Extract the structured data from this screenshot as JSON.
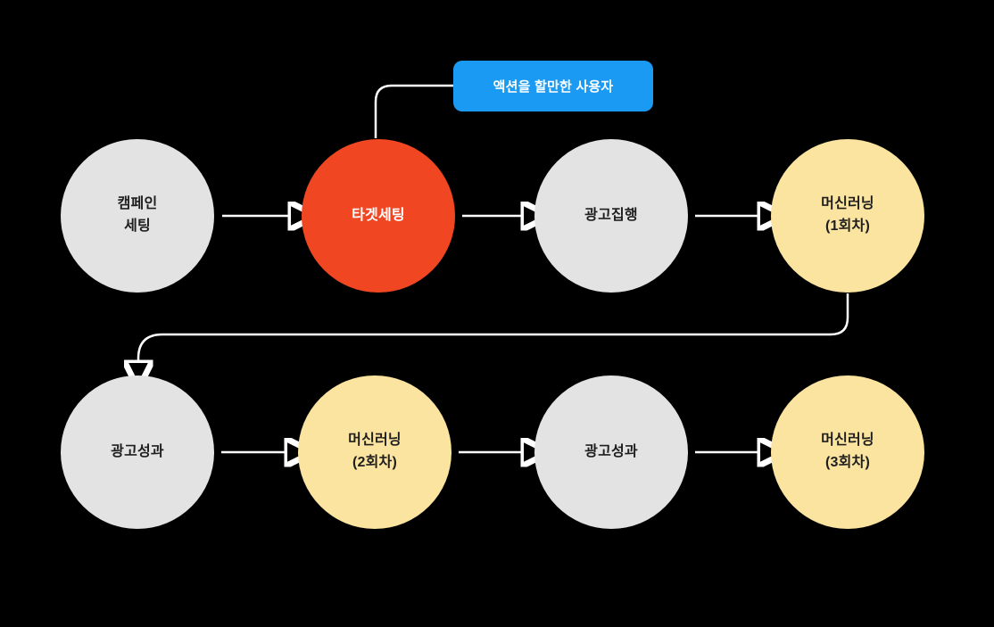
{
  "diagram": {
    "background": "#000000",
    "arrow_color": "#FFFFFF",
    "callout": {
      "id": "action-likely-users",
      "label": "액션을 할만한 사용자",
      "fill": "#1B9AF4",
      "text_color": "#FFFFFF"
    },
    "nodes": [
      {
        "id": "campaign-setting",
        "label": "캠페인\n세팅",
        "fill": "#E3E3E4",
        "text_color": "#1E1E1E"
      },
      {
        "id": "target-setting",
        "label": "타겟세팅",
        "fill": "#F04722",
        "text_color": "#FFFFFF"
      },
      {
        "id": "ad-execution",
        "label": "광고집행",
        "fill": "#E3E3E4",
        "text_color": "#1E1E1E"
      },
      {
        "id": "machine-learning-1",
        "label": "머신러닝\n(1회차)",
        "fill": "#FBE49F",
        "text_color": "#1E1E1E"
      },
      {
        "id": "ad-performance-1",
        "label": "광고성과",
        "fill": "#E3E3E4",
        "text_color": "#1E1E1E"
      },
      {
        "id": "machine-learning-2",
        "label": "머신러닝\n(2회차)",
        "fill": "#FBE49F",
        "text_color": "#1E1E1E"
      },
      {
        "id": "ad-performance-2",
        "label": "광고성과",
        "fill": "#E3E3E4",
        "text_color": "#1E1E1E"
      },
      {
        "id": "machine-learning-3",
        "label": "머신러닝\n(3회차)",
        "fill": "#FBE49F",
        "text_color": "#1E1E1E"
      }
    ],
    "edges": [
      {
        "from": "campaign-setting",
        "to": "target-setting"
      },
      {
        "from": "target-setting",
        "to": "ad-execution"
      },
      {
        "from": "ad-execution",
        "to": "machine-learning-1"
      },
      {
        "from": "machine-learning-1",
        "to": "ad-performance-1"
      },
      {
        "from": "ad-performance-1",
        "to": "machine-learning-2"
      },
      {
        "from": "machine-learning-2",
        "to": "ad-performance-2"
      },
      {
        "from": "ad-performance-2",
        "to": "machine-learning-3"
      },
      {
        "from": "action-likely-users",
        "to": "target-setting"
      }
    ]
  }
}
